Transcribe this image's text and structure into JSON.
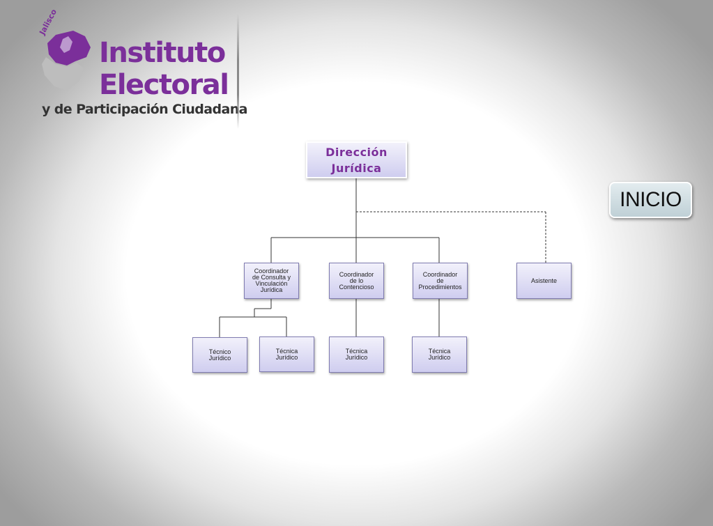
{
  "logo": {
    "region": "Jalisco",
    "line1": "Instituto",
    "line2": "Electoral",
    "line3": "y de Participación Ciudadana"
  },
  "org_chart": {
    "root": "Dirección\nJurídica",
    "coordinators": [
      "Coordinador\nde Consulta y\nVinculación\nJurídica",
      "Coordinador\nde lo\nContencioso",
      "Coordinador\nde\nProcedimientos"
    ],
    "assistant": "Asistente",
    "technicians": [
      "Técnico\nJurídico",
      "Técnica\nJurídico",
      "Técnica\nJurídico",
      "Técnica\nJurídico"
    ]
  },
  "nav": {
    "inicio_label": "INICIO"
  },
  "colors": {
    "brand": "#7b2f9a",
    "node_fill": "#cfcdef",
    "node_border": "#7f7bb0"
  }
}
